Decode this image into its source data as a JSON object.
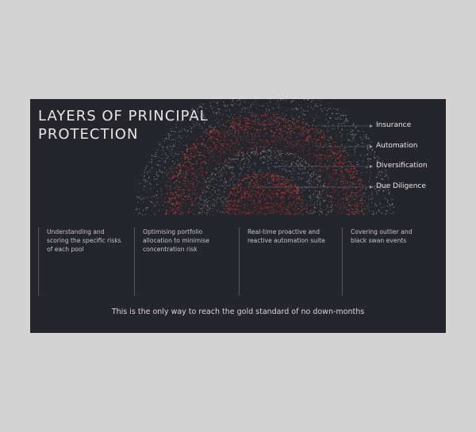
{
  "slide": {
    "title_lines": [
      "LAYERS OF PRINCIPAL",
      "PROTECTION"
    ],
    "layers": [
      {
        "label": "Insurance",
        "color": "#7e7f88"
      },
      {
        "label": "Automation",
        "color": "#e0322f"
      },
      {
        "label": "Diversification",
        "color": "#7e7f88"
      },
      {
        "label": "Due Diligence",
        "color": "#e0322f"
      }
    ],
    "columns": [
      {
        "text": "Understanding and scoring the specific risks of each pool"
      },
      {
        "text": "Optimising portfolio allocation to minimise concentration risk"
      },
      {
        "text": "Real-time proactive and reactive automation suite"
      },
      {
        "text": "Covering outlier and black swan events"
      }
    ],
    "tagline": "This is the only way to reach the gold standard of no down-months"
  },
  "colors": {
    "slide_background": "#25262c",
    "page_background": "#d3d3d3",
    "accent_red": "#e0322f",
    "accent_grey": "#7e7f88"
  }
}
